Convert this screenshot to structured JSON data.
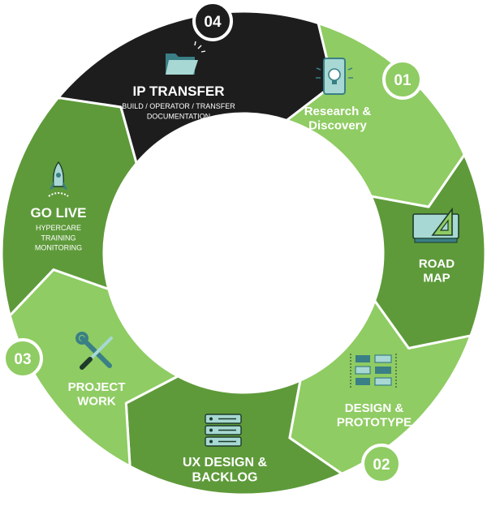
{
  "colors": {
    "light_green": "#8fcc63",
    "dark_green": "#5e9a3a",
    "black": "#1d1d1d",
    "white": "#ffffff",
    "icon_teal": "#3a7f86",
    "icon_mint": "#a7d8d3"
  },
  "segments": [
    {
      "id": "research",
      "title_lines": [
        "Research &",
        "Discovery"
      ],
      "sub_lines": [],
      "icon": "lightbulb-phone-icon"
    },
    {
      "id": "roadmap",
      "title_lines": [
        "ROAD",
        "MAP"
      ],
      "sub_lines": [],
      "icon": "drafting-tools-icon"
    },
    {
      "id": "design",
      "title_lines": [
        "DESIGN &",
        "PROTOTYPE"
      ],
      "sub_lines": [],
      "icon": "wireframe-icon"
    },
    {
      "id": "ux",
      "title_lines": [
        "UX DESIGN &",
        "BACKLOG"
      ],
      "sub_lines": [],
      "icon": "server-stack-icon"
    },
    {
      "id": "project",
      "title_lines": [
        "PROJECT",
        "WORK"
      ],
      "sub_lines": [],
      "icon": "wrench-screwdriver-icon"
    },
    {
      "id": "golive",
      "title_lines": [
        "GO LIVE"
      ],
      "sub_lines": [
        "HYPERCARE",
        "TRAINING",
        "MONITORING"
      ],
      "icon": "rocket-icon"
    },
    {
      "id": "iptransfer",
      "title_lines": [
        "IP TRANSFER"
      ],
      "sub_lines": [
        "BUILD / OPERATOR / TRANSFER",
        "DOCUMENTATION"
      ],
      "icon": "folder-icon"
    }
  ],
  "badges": [
    {
      "label": "01",
      "style": "light"
    },
    {
      "label": "02",
      "style": "light"
    },
    {
      "label": "03",
      "style": "light"
    },
    {
      "label": "04",
      "style": "dark"
    }
  ]
}
